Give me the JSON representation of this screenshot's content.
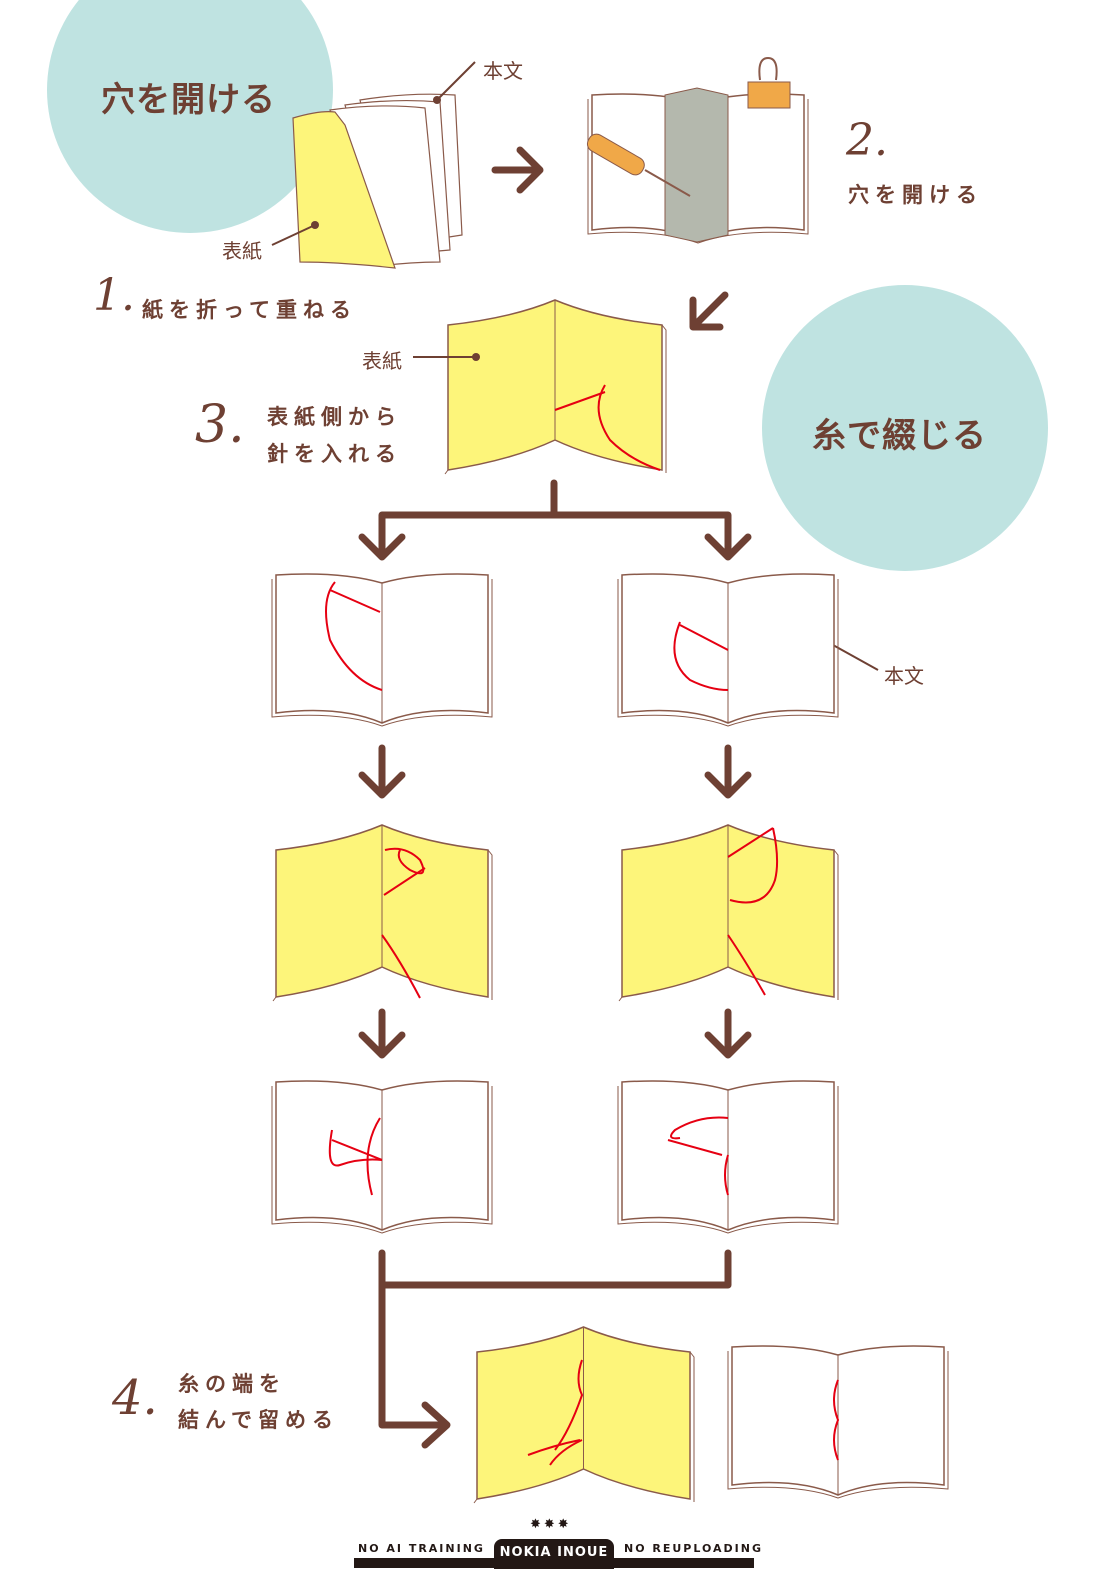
{
  "sections": {
    "hole_title": "穴を開ける",
    "sew_title": "糸で綴じる"
  },
  "steps": [
    {
      "number": "1.",
      "lines": [
        "紙を折って重ねる"
      ]
    },
    {
      "number": "2.",
      "lines": [
        "穴を開ける"
      ]
    },
    {
      "number": "3.",
      "lines": [
        "表紙側から",
        "針を入れる"
      ]
    },
    {
      "number": "4.",
      "lines": [
        "糸の端を",
        "結んで留める"
      ]
    }
  ],
  "labels": {
    "body_text": "本文",
    "cover": "表紙"
  },
  "footer": {
    "stars": "✸✸✸",
    "left": "NO AI TRAINING",
    "center": "NOKIA INOUE",
    "right": "NO REUPLOADING"
  },
  "colors": {
    "brown": "#6e4033",
    "circle": "#bfe3e1",
    "cover_yellow": "#fdf57a",
    "thread": "#e60012",
    "spine_gray": "#b4b8ad",
    "clip_orange": "#f0a848"
  }
}
